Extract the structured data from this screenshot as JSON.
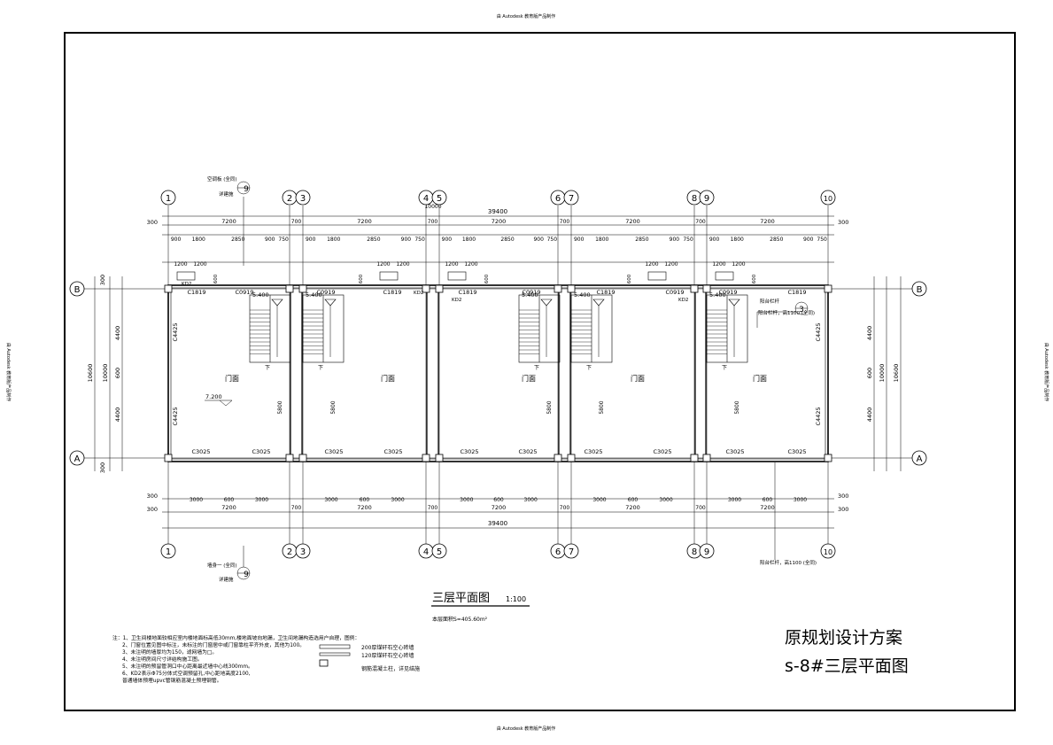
{
  "watermark": {
    "top": "由 Autodesk 教育版产品制作",
    "bottom": "由 Autodesk 教育版产品制作",
    "left": "由 Autodesk 教育版产品制作",
    "right": "由 Autodesk 教育版产品制作"
  },
  "axes": {
    "columns": [
      "1",
      "2",
      "3",
      "4",
      "5",
      "6",
      "7",
      "8",
      "9",
      "10"
    ],
    "rows": [
      "B",
      "A"
    ]
  },
  "dims": {
    "total_length": "39400",
    "bay": "7200",
    "gap": "700",
    "end": "300",
    "depth_total": "10600",
    "depth_inner": "10000",
    "depth_bay": "4400",
    "depth_mid": "600",
    "depth_end": "300",
    "top_detail": [
      "900",
      "1800",
      "2850",
      "900",
      "750"
    ],
    "window_detail": [
      "1200",
      "1200",
      "600"
    ],
    "bottom_detail": [
      "3000",
      "600",
      "3000"
    ],
    "stair_len": "5800",
    "gap_text": "10000"
  },
  "labels": {
    "room": "门面",
    "window_front": "C3025",
    "window_back": "C1819",
    "window_stair": "C0919",
    "window_side": "C4425",
    "door": "KD2",
    "elevation": "5.400",
    "elevation_low": "7.200",
    "down": "下",
    "ac_panel": "空调板 (全同)",
    "ac_ref": "详建施",
    "wall_note": "墙身一 (全同)",
    "wall_ref": "详建施",
    "railing_note": "阳台栏杆，高1100 (全同)",
    "railing_note_bottom": "阳台栏杆，高1100 (全同)",
    "railing_short": "阳台栏杆",
    "callout_num": "9",
    "callout_num_right": "3"
  },
  "plan_title": {
    "title": "三层平面图",
    "scale": "1:100",
    "area": "本层面积S=405.60m²"
  },
  "notes": [
    "注：1、卫生间楼地面较相应室内楼地面标高低30mm,楼地面坡向地漏，卫生间地漏构造选用户自理，图例：",
    "2、门窗位置见图中标注，未标注的门窗居中或门窗靠柱平齐外皮，其他为100。",
    "3、未注明的墙厚均为150，滤网墙为□。",
    "4、未注明房间尺寸详结构施工图。",
    "5、未注明的预留管洞口中心距离最近墙中心线300mm。",
    "6、KD2表示Φ75分体式空调预留孔,中心距地高度2100,",
    "   普通墙体预埋upvc管钢筋混凝土预埋钢管。"
  ],
  "legend": [
    "200厚煤矸石空心砖墙",
    "120厚煤矸石空心砖墙",
    "钢筋混凝土柱，详见结施"
  ],
  "title_block": {
    "line1": "原规划设计方案",
    "line2": "s-8#三层平面图"
  }
}
